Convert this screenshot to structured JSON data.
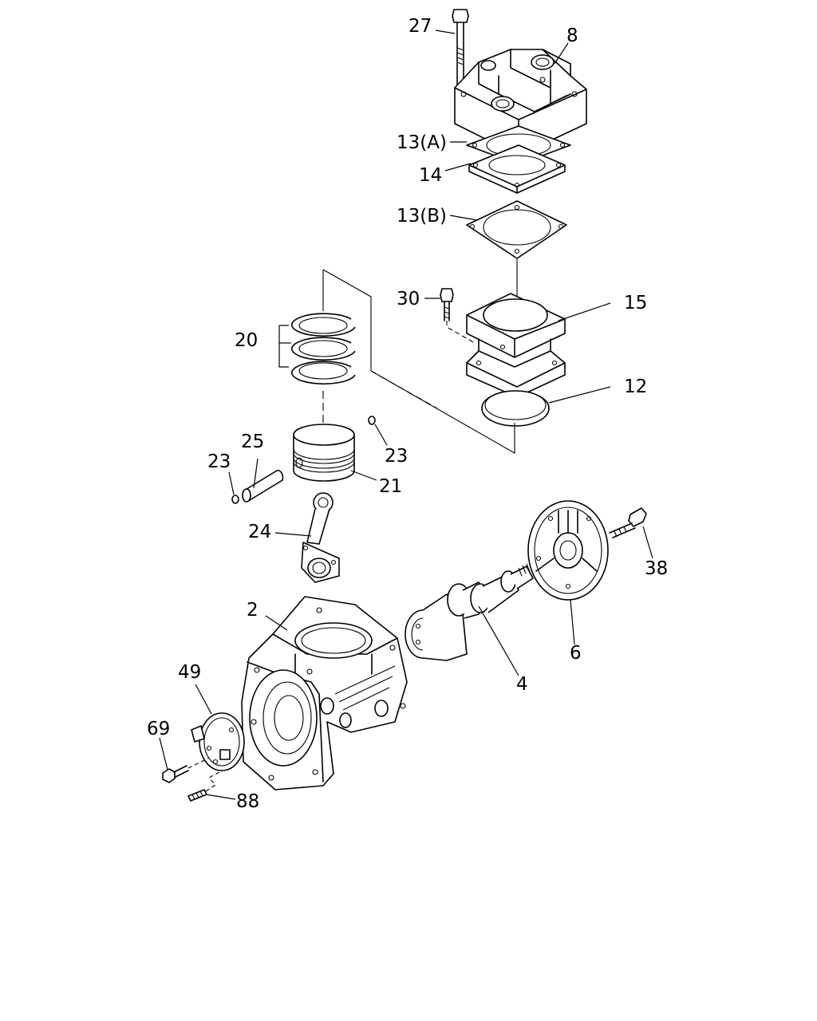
{
  "labels": {
    "p27": "27",
    "p8": "8",
    "p13a": "13(A)",
    "p14": "14",
    "p13b": "13(B)",
    "p30": "30",
    "p15": "15",
    "p20": "20",
    "p12": "12",
    "p25": "25",
    "p23a": "23",
    "p23b": "23",
    "p21": "21",
    "p24": "24",
    "p38": "38",
    "p2": "2",
    "p6": "6",
    "p4": "4",
    "p49": "49",
    "p69": "69",
    "p88": "88"
  }
}
